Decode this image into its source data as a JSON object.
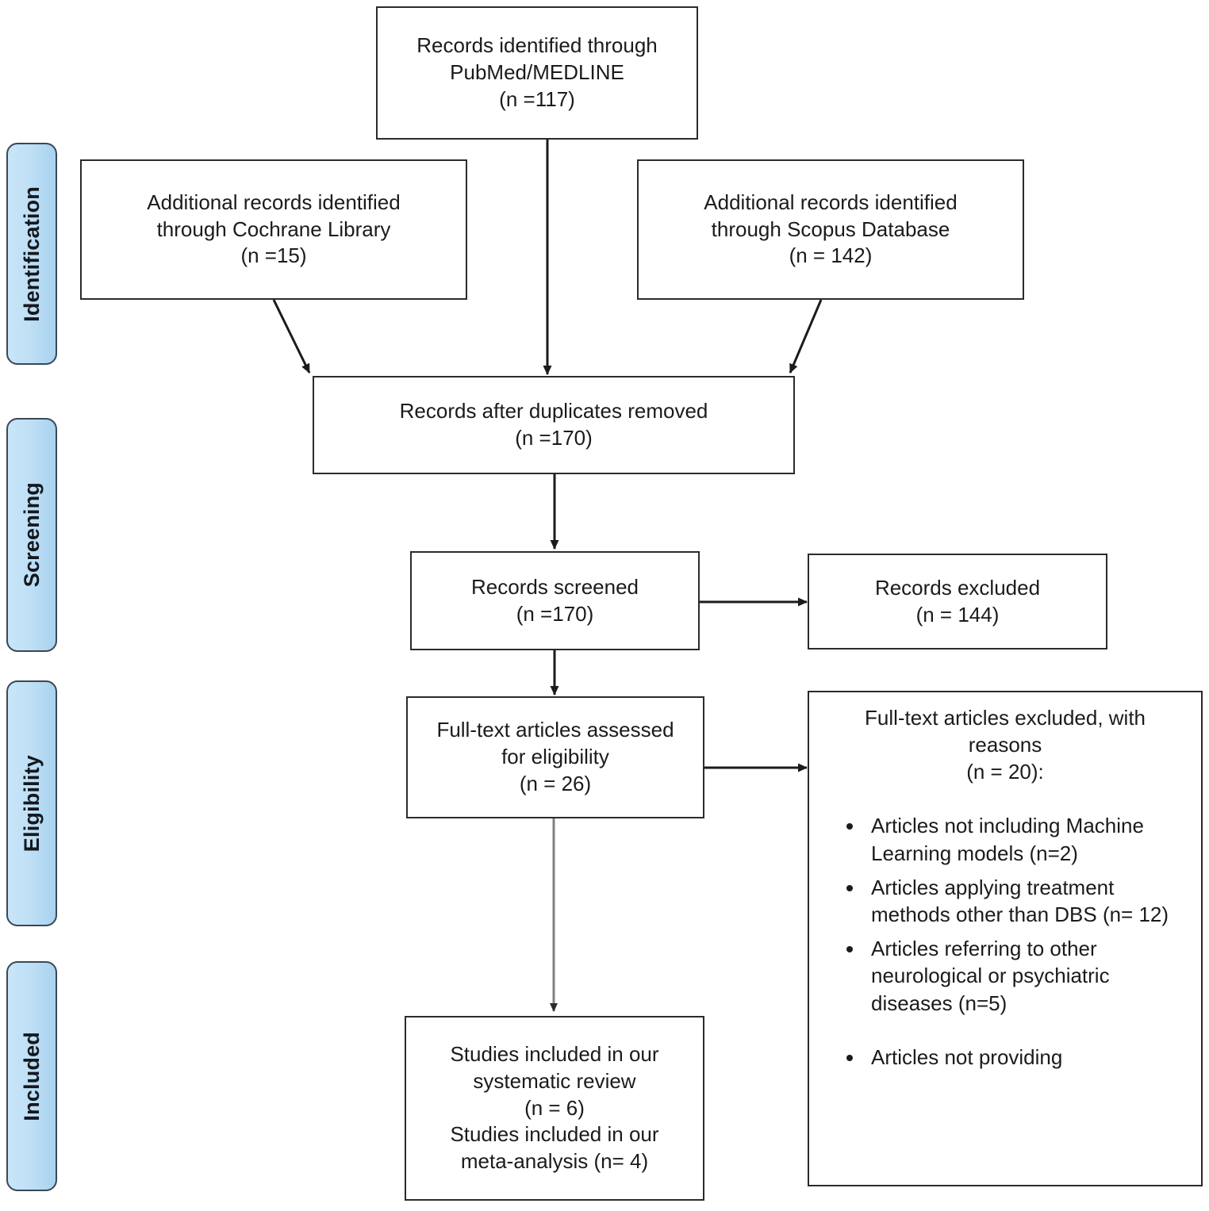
{
  "diagram": {
    "type": "PRISMA flow diagram",
    "stages": [
      {
        "id": "identification",
        "label": "Identification"
      },
      {
        "id": "screening",
        "label": "Screening"
      },
      {
        "id": "eligibility",
        "label": "Eligibility"
      },
      {
        "id": "included",
        "label": "Included"
      }
    ],
    "boxes": {
      "pubmed": {
        "line1": "Records identified through",
        "line2": "PubMed/MEDLINE",
        "line3": "(n =117)"
      },
      "cochrane": {
        "line1": "Additional records identified",
        "line2": "through Cochrane Library",
        "line3": "(n =15)"
      },
      "scopus": {
        "line1": "Additional records identified",
        "line2": "through Scopus Database",
        "line3": "(n = 142)"
      },
      "duplicates_removed": {
        "line1": "Records after duplicates removed",
        "line2": "(n =170)"
      },
      "records_screened": {
        "line1": "Records screened",
        "line2": "(n =170)"
      },
      "records_excluded": {
        "line1": "Records excluded",
        "line2": "(n = 144)"
      },
      "fulltext_assessed": {
        "line1": "Full-text articles assessed",
        "line2": "for eligibility",
        "line3": "(n = 26)"
      },
      "fulltext_excluded": {
        "line1": "Full-text articles excluded, with",
        "line2": "reasons",
        "line3": "(n = 20):",
        "reasons": [
          "Articles not including Machine Learning models (n=2)",
          "Articles applying treatment methods other than DBS (n= 12)",
          "Articles referring to other neurological or psychiatric diseases (n=5)",
          "Articles not providing"
        ]
      },
      "studies_included": {
        "line1": "Studies included in our",
        "line2": "systematic review",
        "line3": "(n = 6)",
        "line4": "Studies included in our",
        "line5": "meta-analysis (n= 4)"
      }
    },
    "colors": {
      "stage_fill_light": "#c9e5f8",
      "stage_fill_dark": "#a9d2ef",
      "stage_border": "#3b4756",
      "box_border": "#2b2b2b",
      "connector_black": "#1b1b1b",
      "connector_grey": "#808080",
      "text": "#1b1b1b",
      "background": "#ffffff"
    }
  }
}
